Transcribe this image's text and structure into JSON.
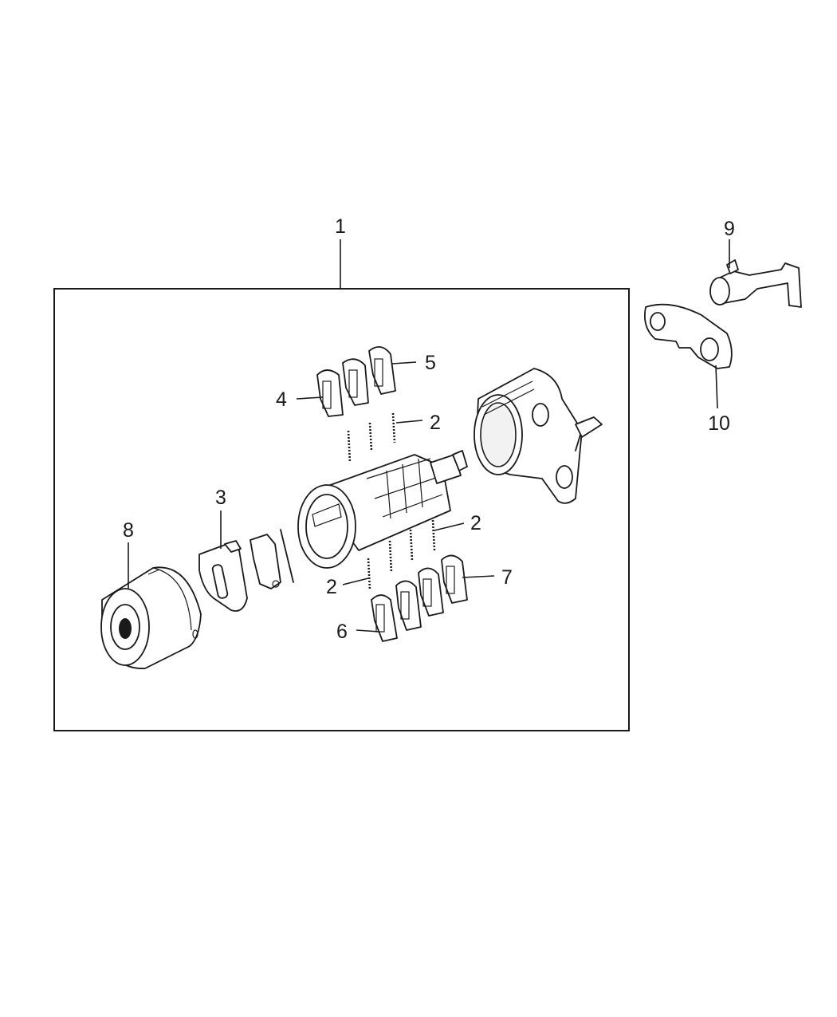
{
  "callouts": {
    "c1": "1",
    "c2a": "2",
    "c2b": "2",
    "c2c": "2",
    "c3": "3",
    "c4": "4",
    "c5": "5",
    "c6": "6",
    "c7": "7",
    "c8": "8",
    "c9": "9",
    "c10": "10"
  }
}
